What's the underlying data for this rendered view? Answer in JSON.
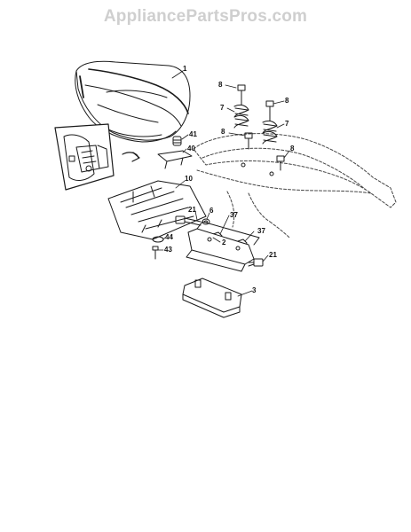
{
  "watermark": {
    "text": "AppliancePartsPros.com"
  },
  "callouts": {
    "seat": "1",
    "bracket": "2",
    "plate": "3",
    "seat_pan": "10",
    "bolt_top_left": "8",
    "bolt_top_right": "8",
    "bolt_mid_left": "8",
    "bolt_mid_right": "8",
    "spring_left": "7",
    "spring_right": "7",
    "pivot_bolt": "21",
    "shoulder_bolt": "21",
    "washer_6": "6",
    "nut_left": "37",
    "nut_right": "37",
    "knob_41": "41",
    "clip_40": "40",
    "washer_44": "44",
    "screw_43": "43"
  },
  "colors": {
    "line": "#1a1a1a",
    "watermark": "#cfcfcf",
    "background": "#ffffff"
  }
}
